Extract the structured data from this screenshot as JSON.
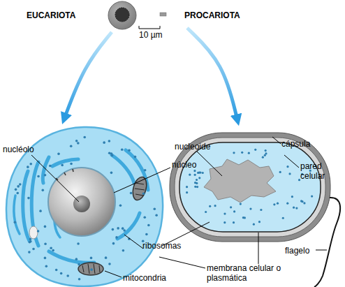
{
  "diagram": {
    "nodes": [
      {
        "text": [
          "EUCARIOTA"
        ]
      },
      {
        "text": [
          "PROCARIOTA"
        ]
      }
    ],
    "labels": [
      "10 µm",
      "nucléolo",
      "núcleo",
      "ribosomas",
      "mitocondria",
      "membrana celular o plasmática",
      "nucleoide",
      "cápsula",
      "pared celular",
      "flagelo"
    ]
  }
}
